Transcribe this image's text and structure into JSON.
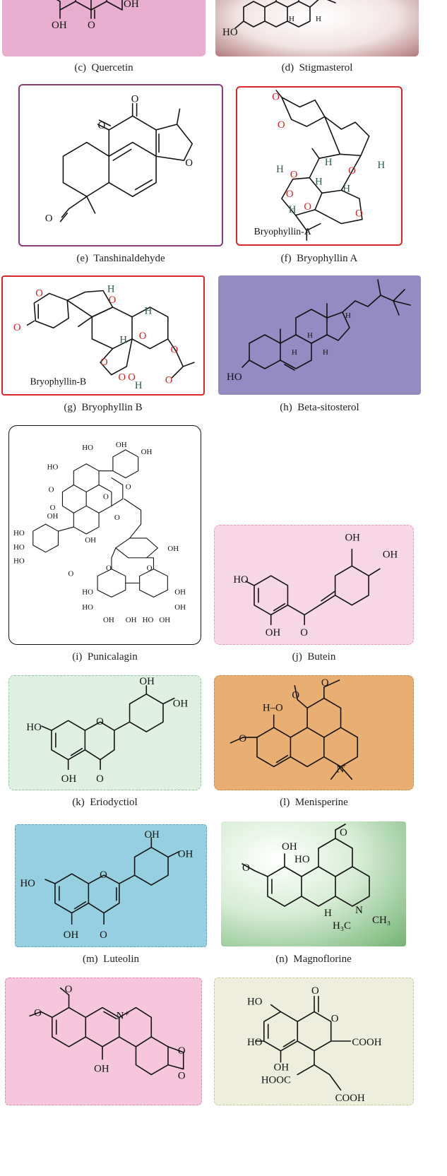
{
  "captions": {
    "c": "(c)  Quercetin",
    "d": "(d)  Stigmasterol",
    "e": "(e)  Tanshinaldehyde",
    "f": "(f)  Bryophyllin A",
    "g": "(g)  Bryophyllin B",
    "h": "(h)  Beta-sitosterol",
    "i": "(i)  Punicalagin",
    "j": "(j)  Butein",
    "k": "(k)  Eriodyctiol",
    "l": "(l)  Menisperine",
    "m": "(m)  Luteolin",
    "n": "(n)  Magnoflorine"
  },
  "labels": {
    "OH": "OH",
    "O": "O",
    "H": "H",
    "HO": "HO",
    "N": "N",
    "plus": "+",
    "H3C": "H₃C",
    "CH3": "CH₃",
    "COOH": "COOH",
    "HOOC": "HOOC",
    "H_O": "H–O",
    "N_plus": "N⁺",
    "bryophyllin_a": "Bryophyllin-A",
    "bryophyllin_b": "Bryophyllin-B"
  },
  "colors": {
    "quercetin_bg": "#e8aed0",
    "stigmasterol_bg": "#c9908f",
    "tanshinaldehyde_border": "#8a3d7a",
    "bryophyllin_border": "#d9262b",
    "betasitosterol_bg": "#958bc3",
    "butein_bg": "#f7d6e6",
    "eriodyctiol_bg": "#dff0e3",
    "menisperine_bg": "#e8ae72",
    "luteolin_bg": "#96d0e0",
    "magnoflorine_bg": "#74b374",
    "berberine_bg": "#f5c6dc",
    "last_bg": "#eeeedc",
    "heteroatom_red": "#d62020",
    "hydrogen_green": "#2e5a4e"
  }
}
